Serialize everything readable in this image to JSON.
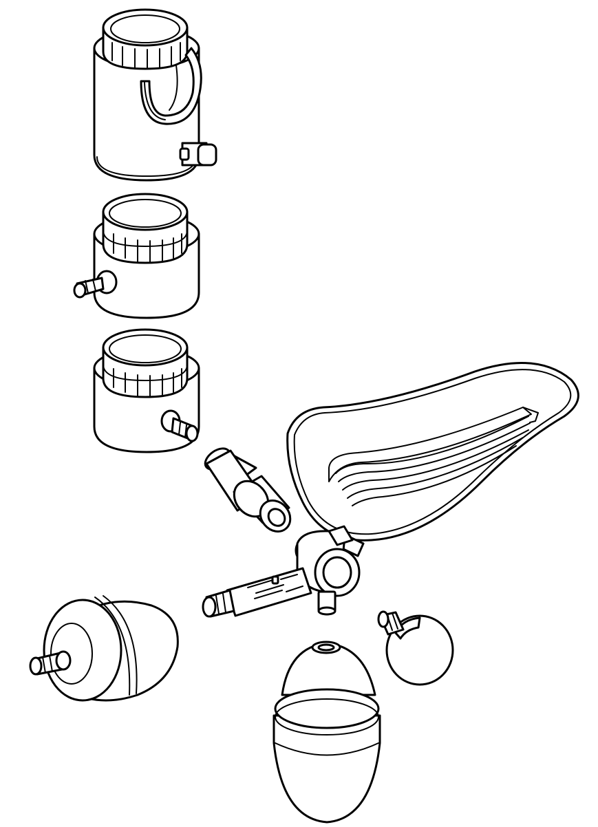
{
  "figure": {
    "background": "#ffffff",
    "line_color": "#000000",
    "parts": [
      "jar-with-handle",
      "jar-with-side-port-left",
      "jar-with-side-port-right",
      "straight-connector",
      "scoop-funnel",
      "t-valve-with-handle",
      "bulb-weight-large",
      "bulb-weight-tall",
      "bulb-weight-small"
    ]
  }
}
